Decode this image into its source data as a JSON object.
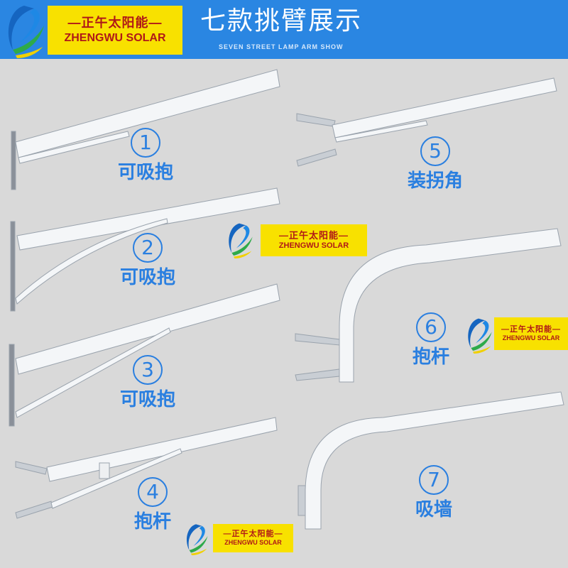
{
  "header": {
    "title": "七款挑臂展示",
    "subtitle": "SEVEN STREET LAMP ARM SHOW",
    "bg_color": "#2a86e2"
  },
  "brand": {
    "cn": "—正午太阳能—",
    "en": "ZHENGWU SOLAR",
    "bg_color": "#f8e100",
    "text_color": "#b01818"
  },
  "label_color": "#2a7fe0",
  "arms": [
    {
      "num": "1",
      "name": "可吸抱"
    },
    {
      "num": "2",
      "name": "可吸抱"
    },
    {
      "num": "3",
      "name": "可吸抱"
    },
    {
      "num": "4",
      "name": "抱杆"
    },
    {
      "num": "5",
      "name": "装拐角"
    },
    {
      "num": "6",
      "name": "抱杆"
    },
    {
      "num": "7",
      "name": "吸墙"
    }
  ]
}
